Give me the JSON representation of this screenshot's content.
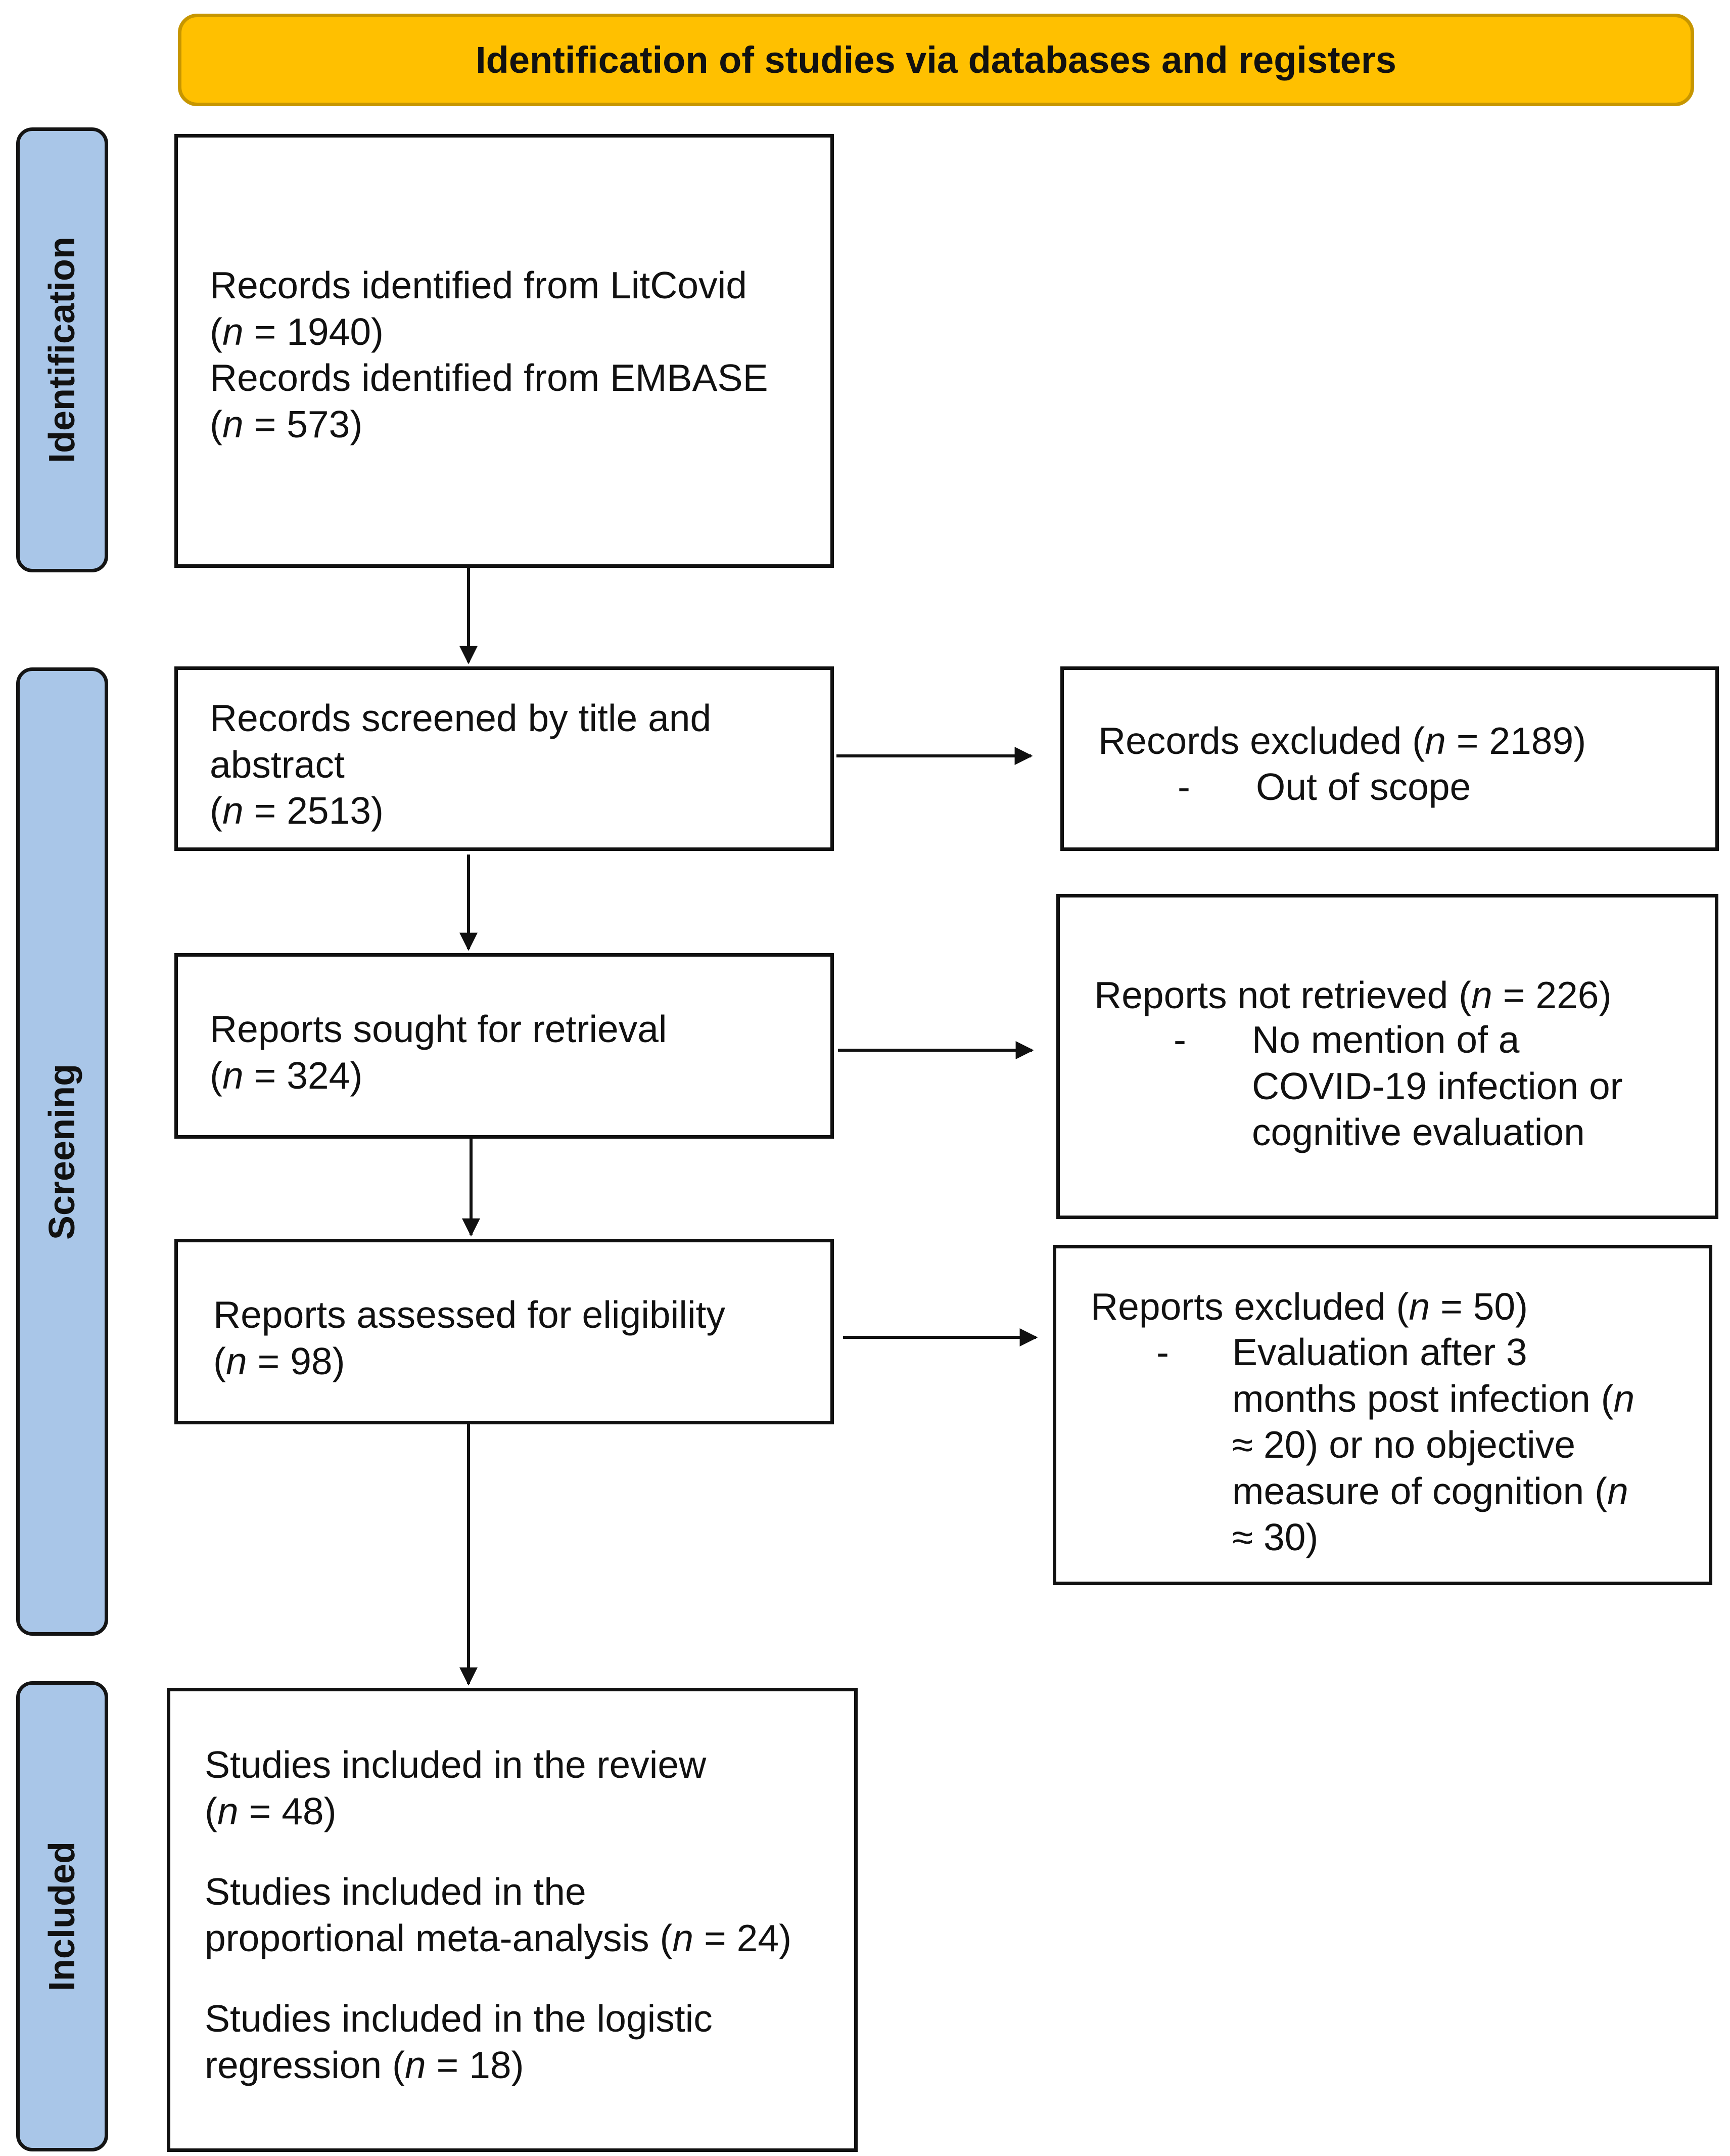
{
  "header": {
    "title": "Identification of studies via databases and registers"
  },
  "phases": {
    "identification": "Identification",
    "screening": "Screening",
    "included": "Included"
  },
  "boxes": {
    "identified": {
      "litcovid_label": "Records identified from LitCovid",
      "litcovid_count": "1940",
      "embase_label": "Records identified from EMBASE",
      "embase_count": "573"
    },
    "screened": {
      "line1": "Records screened by title and",
      "line2": "abstract",
      "count": "2513"
    },
    "excluded_records": {
      "label": "Records excluded",
      "count": "2189",
      "bullet": "-",
      "reason": "Out of scope"
    },
    "sought": {
      "label": "Reports sought for retrieval",
      "count": "324"
    },
    "not_retrieved": {
      "label": "Reports not retrieved",
      "count": "226",
      "bullet": "-",
      "reason_line1": "No mention of a",
      "reason_line2": "COVID-19 infection or",
      "reason_line3": "cognitive evaluation"
    },
    "assessed": {
      "label": "Reports assessed for eligibility",
      "count": "98"
    },
    "excluded_reports": {
      "label": "Reports excluded",
      "count": "50",
      "bullet": "-",
      "line1": "Evaluation after 3",
      "line2_a": "months post infection (",
      "line3_a": "≈ 20) or no objective",
      "line4_a": "measure of cognition (",
      "line5_a": "≈ 30)"
    },
    "included": {
      "review_label": "Studies included in the review",
      "review_count": "48",
      "meta_line1": "Studies included in the",
      "meta_line2": "proportional meta-analysis (",
      "meta_count": "24",
      "logistic_line1": "Studies included in the logistic",
      "logistic_line2": "regression (",
      "logistic_count": "18"
    }
  },
  "n_symbol": "n"
}
